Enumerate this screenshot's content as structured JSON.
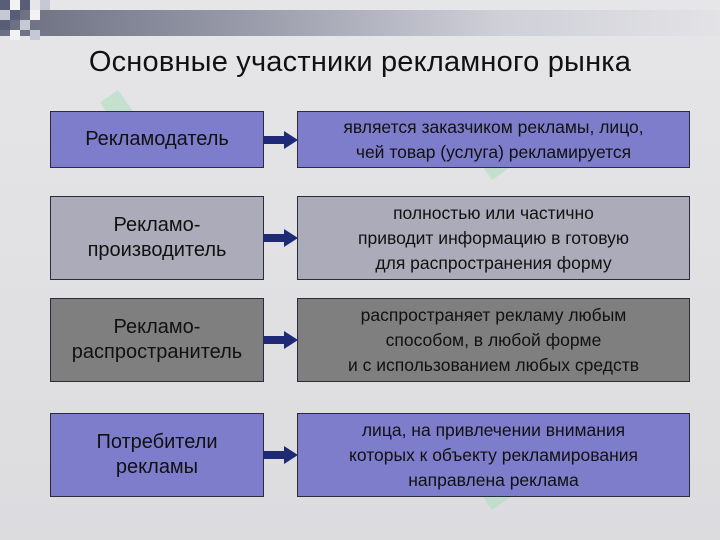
{
  "title": "Основные участники рекламного рынка",
  "rows": [
    {
      "label": "Рекламодатель",
      "description": "является заказчиком рекламы, лицо,\nчей товар (услуга) рекламируется",
      "color": "#7d7dcb"
    },
    {
      "label": "Рекламо-\nпроизводитель",
      "description": "полностью или частично\nприводит информацию в готовую\nдля распространения форму",
      "color": "#ababb9"
    },
    {
      "label": "Рекламо-\nраспространитель",
      "description": "распространяет рекламу любым\nспособом, в любой форме\nи с использованием любых средств",
      "color": "#7f7f7f"
    },
    {
      "label": "Потребители\nрекламы",
      "description": "лица, на привлечении внимания\nкоторых к объекту рекламирования\nнаправлена реклама",
      "color": "#7d7dcb"
    }
  ],
  "arrow_color": "#1e2a78"
}
